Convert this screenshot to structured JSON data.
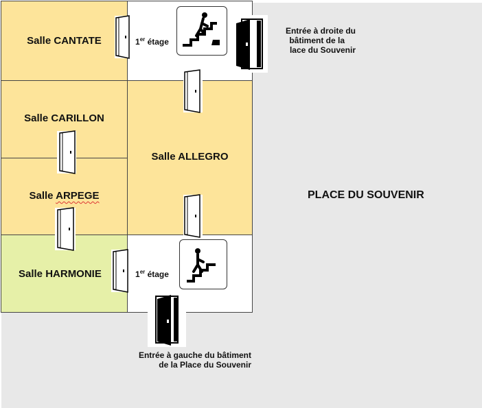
{
  "rooms": {
    "cantate": "Salle CANTATE",
    "carillon": "Salle CARILLON",
    "arpege_prefix": "Salle ",
    "arpege_word": "ARPEGE",
    "harmonie": "Salle HARMONIE",
    "allegro": "Salle ALLEGRO"
  },
  "floor": {
    "number": "1",
    "suffix": "er",
    "word": " étage"
  },
  "entrances": {
    "right_line1": "Entrée à droite du",
    "right_line2": "bâtiment de la",
    "right_line3": "lace du Souvenir",
    "left_line1": "Entrée à gauche du bâtiment",
    "left_line2": "de la Place du Souvenir"
  },
  "place": "PLACE DU SOUVENIR",
  "colors": {
    "room_yellow": "#fde49a",
    "room_green": "#e6f0a8",
    "background": "#e8e8e8"
  },
  "icons": [
    "door-icon",
    "open-door-icon",
    "stairs-icon"
  ]
}
